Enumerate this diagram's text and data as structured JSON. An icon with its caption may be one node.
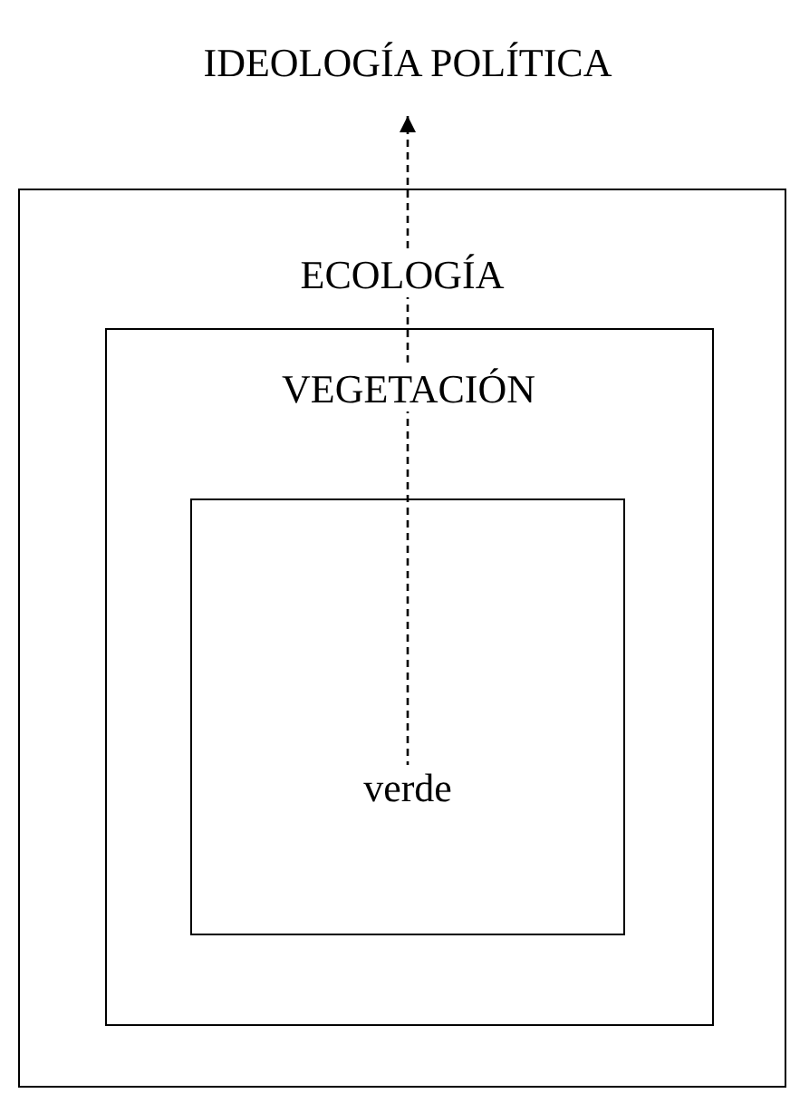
{
  "diagram": {
    "nodes": [
      {
        "text": [
          "IDEOLOGÍA POLÍTICA"
        ]
      },
      {
        "text": [
          "ECOLOGÍA"
        ]
      },
      {
        "text": [
          "VEGETACIÓN"
        ],
        "in": 1
      },
      {
        "text": [
          "verde"
        ],
        "in": 2
      }
    ],
    "edges": [
      {
        "from": 3,
        "to": 0,
        "arrow": "to",
        "style": "dashed"
      }
    ]
  }
}
